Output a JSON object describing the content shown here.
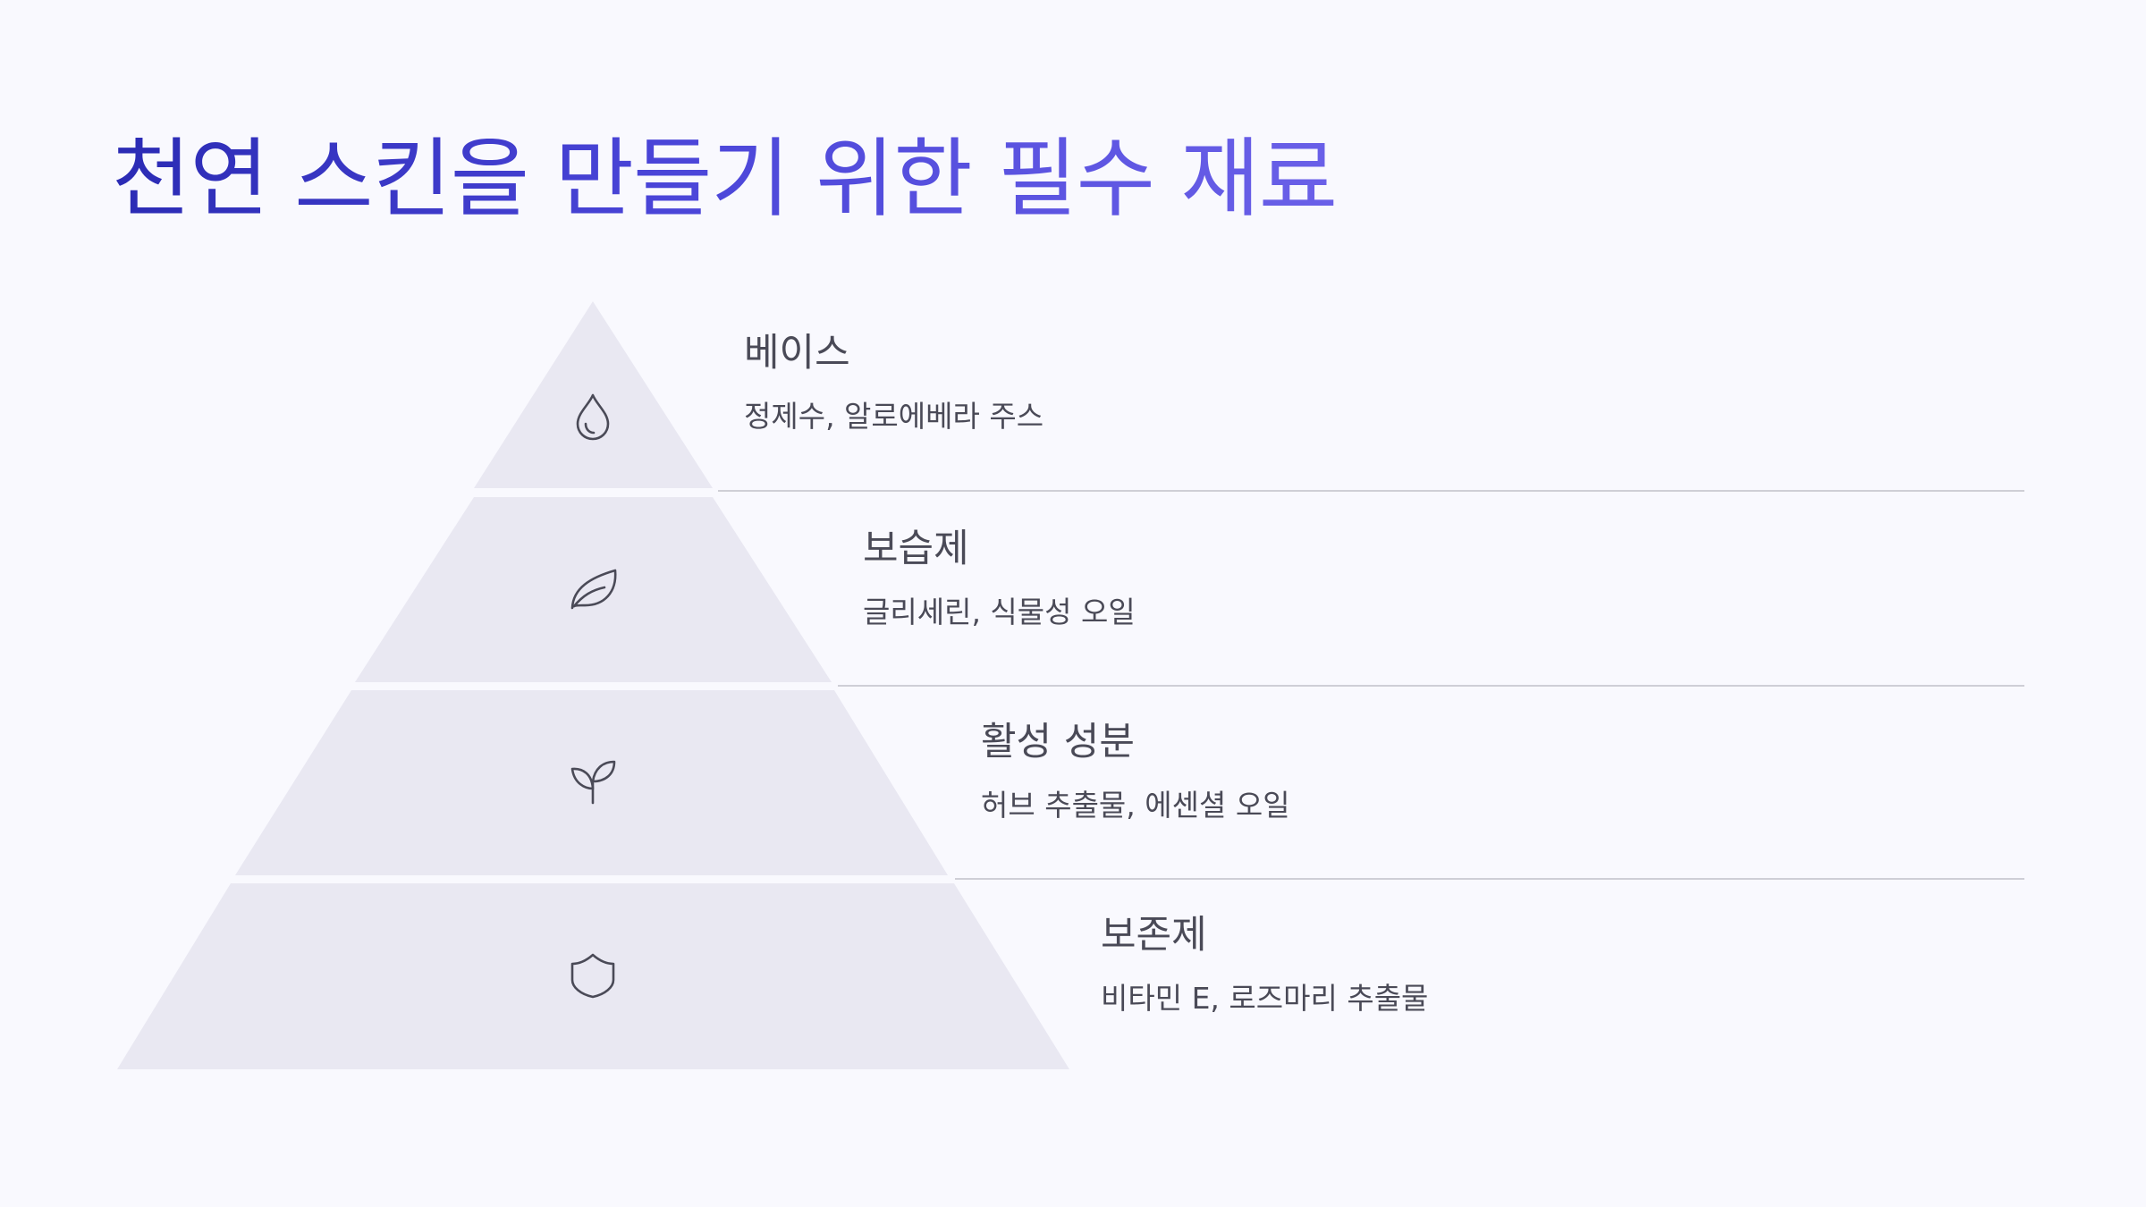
{
  "title": "천연 스킨을 만들기 위한 필수 재료",
  "colors": {
    "background": "#f9f9fe",
    "tier_fill": "#e9e8f2",
    "divider": "#cfcfd6",
    "icon_stroke": "#4a4a57",
    "title_gradient_start": "#2b2bb4",
    "title_gradient_end": "#6a60e8"
  },
  "tiers": [
    {
      "icon": "water-drop-icon",
      "title": "베이스",
      "description": "정제수, 알로에베라 주스"
    },
    {
      "icon": "leaf-icon",
      "title": "보습제",
      "description": "글리세린, 식물성 오일"
    },
    {
      "icon": "sprout-icon",
      "title": "활성 성분",
      "description": "허브 추출물, 에센셜 오일"
    },
    {
      "icon": "shield-icon",
      "title": "보존제",
      "description": "비타민 E, 로즈마리 추출물"
    }
  ]
}
